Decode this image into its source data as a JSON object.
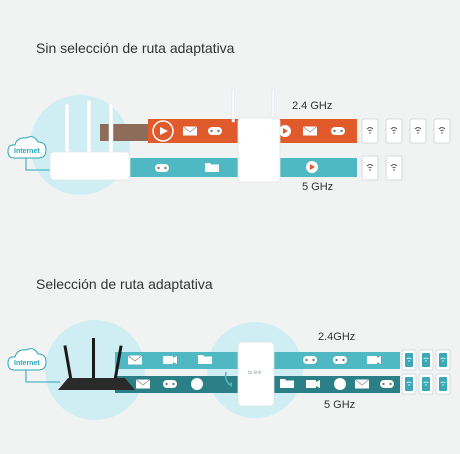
{
  "top_section": {
    "title": "Sin selección de ruta adaptativa",
    "band_24": "2.4 GHz",
    "band_5": "5 GHz",
    "cloud_label": "Internet"
  },
  "bottom_section": {
    "title": "Selección de ruta adaptativa",
    "band_24": "2.4GHz",
    "band_5": "5 GHz",
    "cloud_label": "Internet",
    "extender_brand": "tp-link"
  },
  "colors": {
    "background": "#f1f2f2",
    "halo": "#cfeef4",
    "teal_stream": "#4fb8c3",
    "dark_teal_stream": "#2b7f86",
    "orange_stream": "#e05a2b",
    "brown_stream": "#8e6c5a",
    "device_icon": "#3aa8b5",
    "tile_fill": "#ffffff"
  },
  "icons": [
    "internet-cloud-icon",
    "play-icon",
    "mail-icon",
    "gamepad-icon",
    "folder-icon",
    "video-icon",
    "wifi-icon",
    "phone-icon",
    "clock-icon"
  ]
}
